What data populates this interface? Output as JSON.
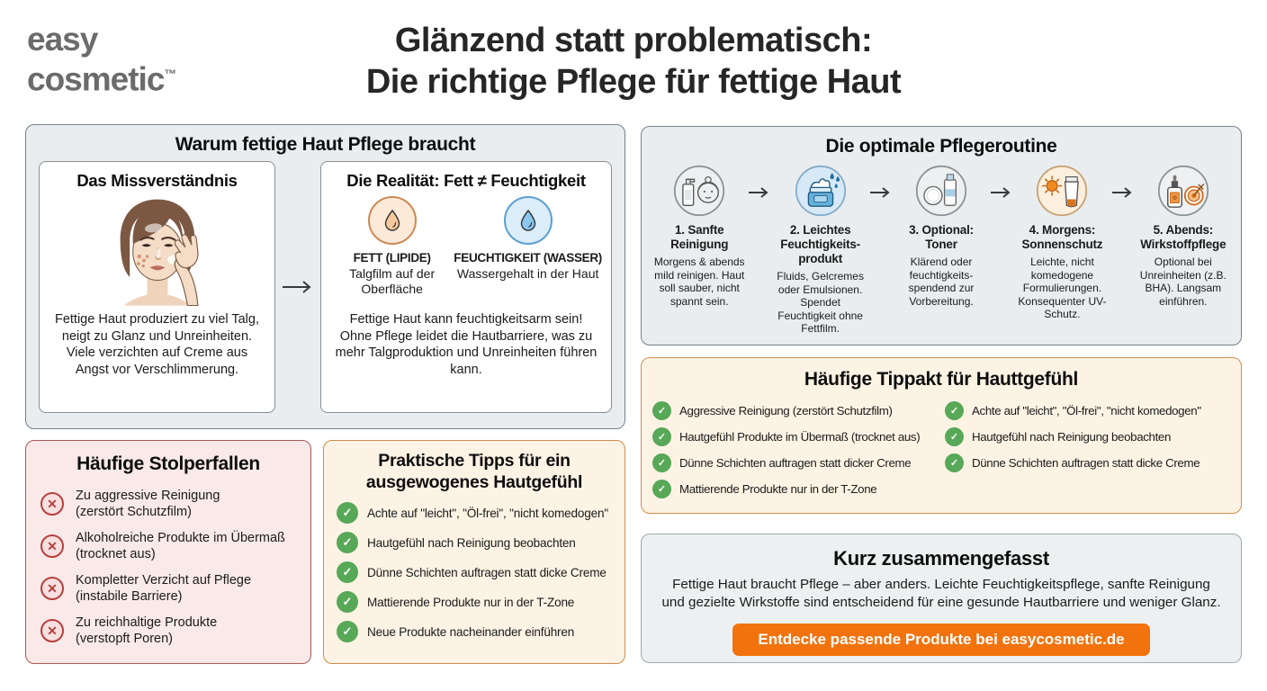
{
  "logo": {
    "line1": "easy",
    "line2": "cosmetic",
    "tm": "™"
  },
  "header": {
    "title_line1": "Glänzend statt problematisch:",
    "title_line2": "Die richtige Pflege für fettige Haut"
  },
  "icons": {
    "check": "✓",
    "cross": "✕"
  },
  "colors": {
    "accent_orange": "#F2730D",
    "green_check": "#57A857",
    "red_error": "#B5403D",
    "blue_water": "#5B9FD4",
    "orange_lipid": "#CC8A52",
    "panel_gray": "#E9EDEF",
    "panel_pink": "#F9E9E9",
    "panel_cream": "#FDF3E4",
    "logo_gray": "#6B6B6B"
  },
  "why_panel": {
    "title": "Warum fettige Haut Pflege braucht",
    "misconception": {
      "title": "Das Missverständnis",
      "text": "Fettige Haut produziert zu viel Talg, neigt zu Glanz und Unreinheiten. Viele verzichten auf Creme aus Angst vor Verschlimmerung."
    },
    "reality": {
      "title": "Die Realität: Fett ≠ Feuchtigkeit",
      "fat_label": "FETT (LIPIDE)",
      "fat_desc": "Talgfilm auf der Oberfläche",
      "water_label": "FEUCHTIGKEIT (WASSER)",
      "water_desc": "Wassergehalt in der Haut",
      "text": "Fettige Haut kann feuchtigkeitsarm sein! Ohne Pflege leidet die Hautbarriere, was zu mehr Talgproduktion und Unreinheiten führen kann."
    }
  },
  "routine_panel": {
    "title": "Die optimale Pflegeroutine",
    "steps": [
      {
        "title": "1. Sanfte Reinigung",
        "text": "Morgens & abends mild reinigen. Haut soll sauber, nicht spannt sein."
      },
      {
        "title": "2. Leichtes Feuchtigkeits-produkt",
        "text": "Fluids, Gelcremes oder Emulsionen. Spendet Feuchtigkeit ohne Fettfilm."
      },
      {
        "title": "3. Optional: Toner",
        "text": "Klärend oder feuchtigkeits-spendend zur Vorbereitung."
      },
      {
        "title": "4. Morgens: Sonnenschutz",
        "text": "Leichte, nicht komedogene Formulierungen. Konsequenter UV-Schutz."
      },
      {
        "title": "5. Abends: Wirkstoffpflege",
        "text": "Optional bei Unreinheiten (z.B. BHA). Langsam einführen."
      }
    ]
  },
  "pitfalls_panel": {
    "title": "Häufige Stolperfallen",
    "items": [
      {
        "line1": "Zu aggressive Reinigung",
        "line2": "(zerstört Schutzfilm)"
      },
      {
        "line1": "Alkoholreiche Produkte im Übermaß",
        "line2": "(trocknet aus)"
      },
      {
        "line1": "Kompletter Verzicht auf Pflege",
        "line2": "(instabile Barriere)"
      },
      {
        "line1": "Zu reichhaltige Produkte",
        "line2": "(verstopft Poren)"
      }
    ]
  },
  "tips_panel": {
    "title": "Praktische Tipps für ein ausgewogenes Hautgefühl",
    "items": [
      "Achte auf \"leicht\", \"Öl-frei\", \"nicht komedogen\"",
      "Hautgefühl nach Reinigung beobachten",
      "Dünne Schichten auftragen statt dicke Creme",
      "Mattierende Produkte nur in der T-Zone",
      "Neue Produkte nacheinander einführen"
    ]
  },
  "checklist_panel": {
    "title": "Häufige Tippakt für Hauttgefühl",
    "left_items": [
      "Aggressive Reinigung (zerstört Schutzfilm)",
      "Hautgefühl Produkte im Übermaß (trocknet aus)",
      "Dünne Schichten auftragen statt dicker Creme",
      "Mattierende Produkte nur in der T-Zone"
    ],
    "right_items": [
      "Achte auf \"leicht\", \"Öl-frei\", \"nicht komedogen\"",
      "Hautgefühl nach Reinigung beobachten",
      "Dünne Schichten auftragen statt dicke Creme"
    ]
  },
  "summary_panel": {
    "title": "Kurz zusammengefasst",
    "text": "Fettige Haut braucht Pflege – aber anders. Leichte Feuchtigkeitspflege, sanfte Reinigung und gezielte Wirkstoffe sind entscheidend für eine gesunde Hautbarriere und weniger Glanz.",
    "cta_label": "Entdecke passende Produkte bei easycosmetic.de"
  }
}
